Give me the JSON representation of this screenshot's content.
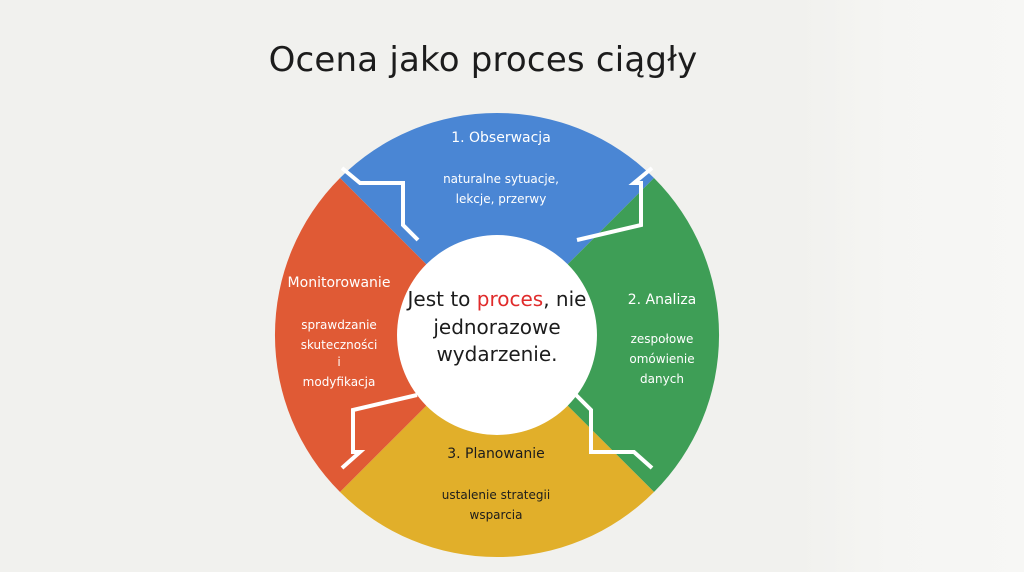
{
  "title": "Ocena jako proces ciągły",
  "center": {
    "line1_before": "Jest to ",
    "line1_highlight": "proces",
    "line1_after": ", nie",
    "line2": "jednorazowe",
    "line3": "wydarzenie.",
    "highlight_color": "#e02b2b"
  },
  "segments": [
    {
      "id": "observation",
      "title": "1. Obserwacja",
      "desc": [
        "naturalne sytuacje,",
        "lekcje, przerwy"
      ],
      "color": "#4a86d4"
    },
    {
      "id": "analysis",
      "title": "2. Analiza",
      "desc": [
        "zespołowe",
        "omówienie",
        "danych"
      ],
      "color": "#3e9e56"
    },
    {
      "id": "planning",
      "title": "3. Planowanie",
      "desc": [
        "ustalenie strategii",
        "wsparcia"
      ],
      "color": "#e1af2a"
    },
    {
      "id": "monitoring",
      "title": "Monitorowanie",
      "desc": [
        "sprawdzanie",
        "skuteczności",
        "i",
        "modyfikacja"
      ],
      "color": "#e05a35"
    }
  ]
}
